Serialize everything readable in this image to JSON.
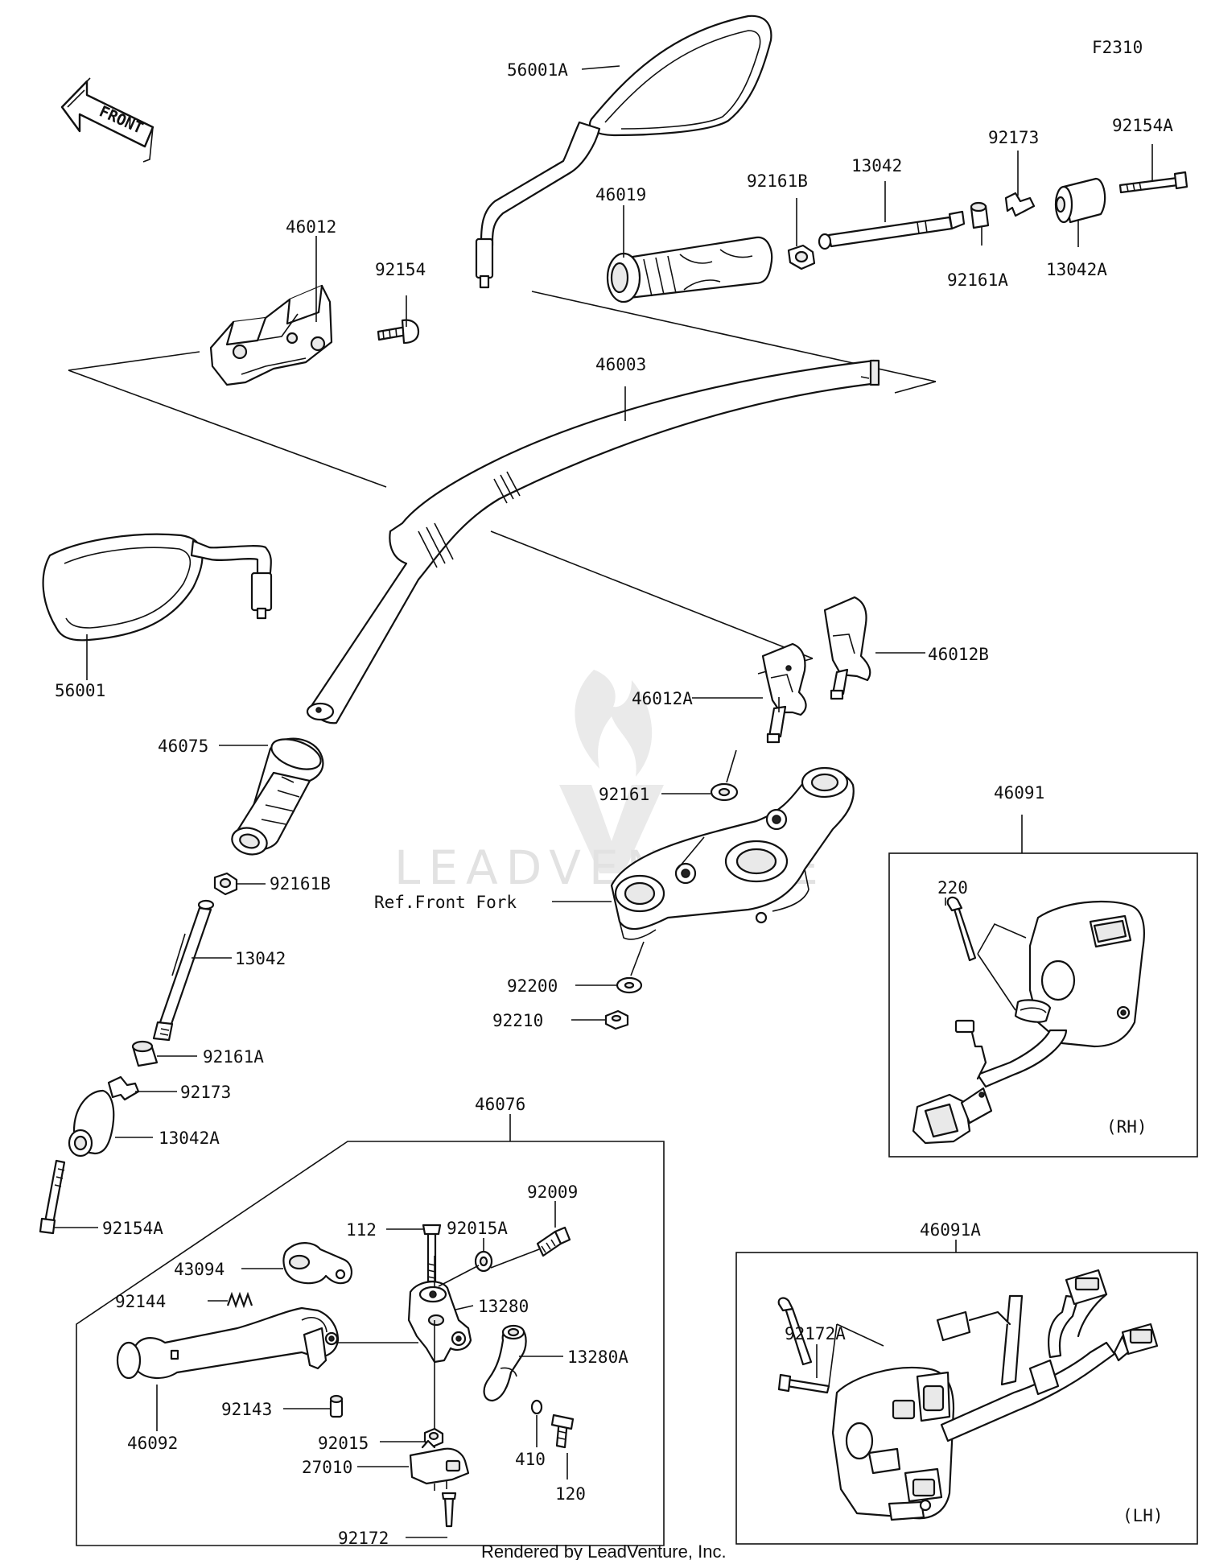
{
  "diagram_code": "F2310",
  "front_arrow_label": "FRONT",
  "watermark_text": "LEADVENTURE",
  "footer_credit": "Rendered by LeadVenture, Inc.",
  "groups": {
    "rh_switch_tag": "(RH)",
    "lh_switch_tag": "(LH)"
  },
  "labels": {
    "56001A": "56001A",
    "46019": "46019",
    "92161B_top": "92161B",
    "13042_top": "13042",
    "92173_top": "92173",
    "92154A_top": "92154A",
    "92161A_top": "92161A",
    "13042A_top": "13042A",
    "46012": "46012",
    "92154": "92154",
    "46003": "46003",
    "56001": "56001",
    "46012B": "46012B",
    "46012A": "46012A",
    "46075": "46075",
    "92161": "92161",
    "46091": "46091",
    "92161B_left": "92161B",
    "ref_front_fork": "Ref.Front Fork",
    "220": "220",
    "13042_left": "13042",
    "92200": "92200",
    "92161A_left": "92161A",
    "92210": "92210",
    "92173_left": "92173",
    "13042A_left": "13042A",
    "46076": "46076",
    "92154A_left": "92154A",
    "92009": "92009",
    "92015A": "92015A",
    "112": "112",
    "46091A": "46091A",
    "43094": "43094",
    "13280": "13280",
    "92172A": "92172A",
    "92144": "92144",
    "13280A": "13280A",
    "92143": "92143",
    "46092": "46092",
    "92015": "92015",
    "410": "410",
    "27010": "27010",
    "120": "120",
    "92172": "92172"
  }
}
